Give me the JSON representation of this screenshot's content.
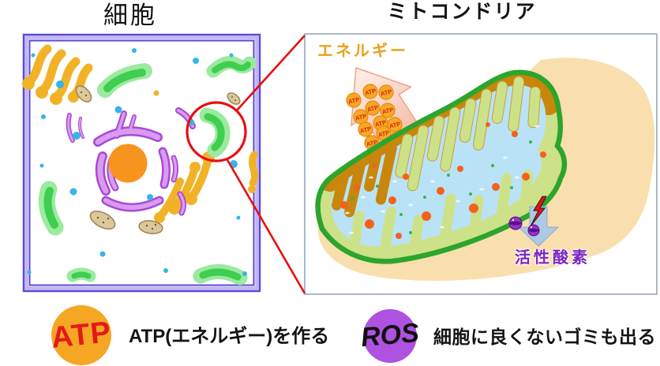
{
  "figure": {
    "cell_panel": {
      "title": "細胞"
    },
    "mito_panel": {
      "title": "ミトコンドリア",
      "energy_label": "エネルギー",
      "atp_particle": "ATP",
      "ros_label": "活性酸素"
    },
    "legend": {
      "atp_badge": "ATP",
      "atp_text": "ATP(エネルギー)を作る",
      "ros_badge": "ROS",
      "ros_text": "細胞に良くないゴミも出る"
    },
    "colors": {
      "cell_membrane_purple": "#5A49D8",
      "cell_membrane_band": "#C3B5F2",
      "nucleus_orange": "#F7941D",
      "er_purple": "#A948D2",
      "mitochondrion_green": "#2CA52C",
      "golgi_yellow": "#F2B227",
      "vesicle_blue": "#35B5E8",
      "highlight_red": "#E80E0E",
      "intermembrane_amber": "#C8860B",
      "matrix_blue": "#B9E2F6",
      "cristae_yellow_green": "#CDE189",
      "outer_body_beige": "#F8DFAD",
      "atp_badge_orange": "#F5A623",
      "ros_badge_purple": "#AF52E0",
      "energy_text_orange": "#E8A21C",
      "ros_text_purple": "#7B24C4"
    }
  }
}
